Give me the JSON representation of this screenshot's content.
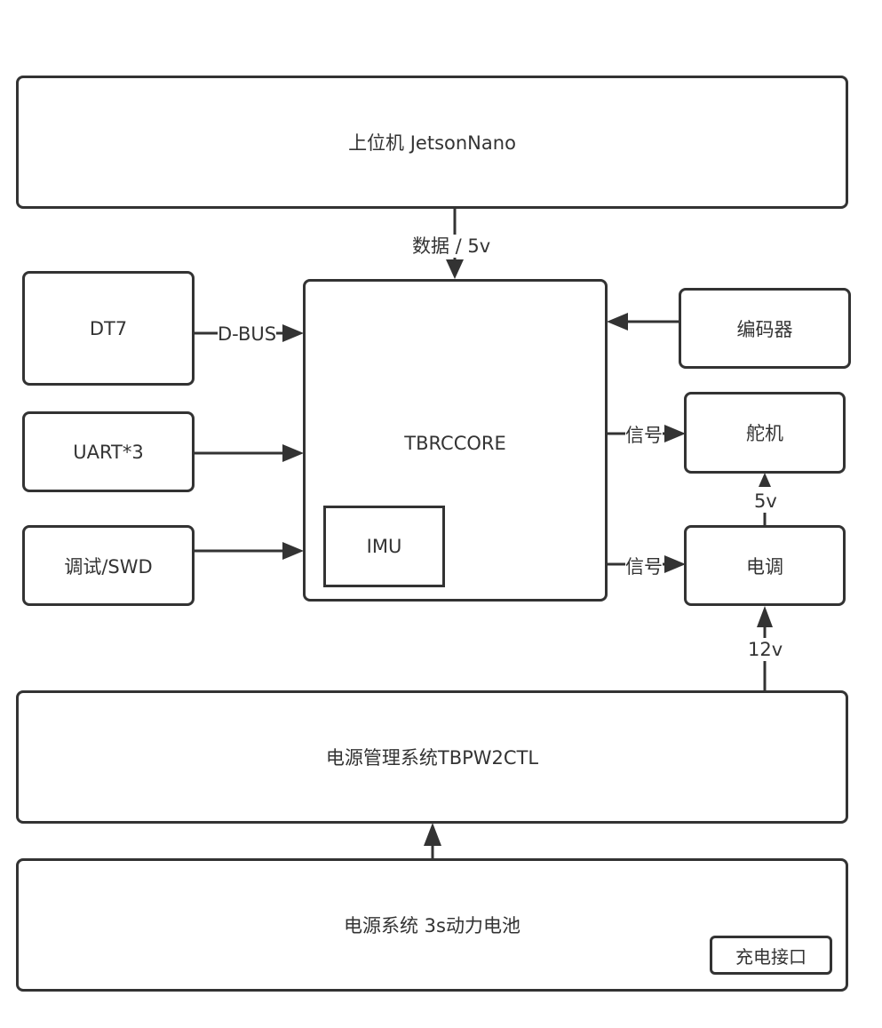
{
  "nodes": {
    "host": "上位机 JetsonNano",
    "dt7": "DT7",
    "uart": "UART*3",
    "debug": "调试/SWD",
    "core": "TBRCCORE",
    "imu": "IMU",
    "encoder": "编码器",
    "servo": "舵机",
    "esc": "电调",
    "pms": "电源管理系统TBPW2CTL",
    "battery": "电源系统 3s动力电池",
    "charge": "充电接口"
  },
  "edges": {
    "data5v": "数据 / 5v",
    "dbus": "D-BUS",
    "signal1": "信号",
    "signal2": "信号",
    "v5": "5v",
    "v12": "12v"
  },
  "colors": {
    "stroke": "#333333",
    "background": "#ffffff"
  }
}
